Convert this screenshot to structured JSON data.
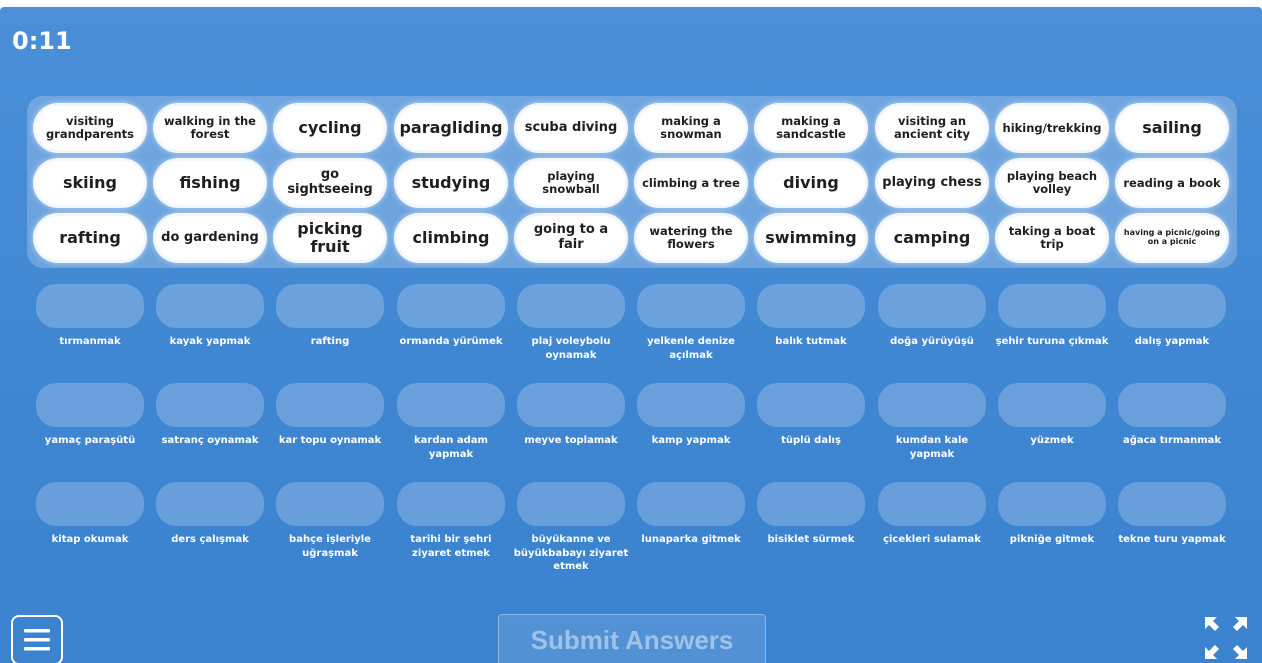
{
  "timer": "0:11",
  "cards": [
    {
      "text": "visiting grandparents"
    },
    {
      "text": "walking in the forest"
    },
    {
      "text": "cycling"
    },
    {
      "text": "paragliding"
    },
    {
      "text": "scuba diving"
    },
    {
      "text": "making a snowman"
    },
    {
      "text": "making a sandcastle"
    },
    {
      "text": "visiting an ancient city"
    },
    {
      "text": "hiking/trekking"
    },
    {
      "text": "sailing"
    },
    {
      "text": "skiing"
    },
    {
      "text": "fishing"
    },
    {
      "text": "go sightseeing"
    },
    {
      "text": "studying"
    },
    {
      "text": "playing snowball"
    },
    {
      "text": "climbing a tree"
    },
    {
      "text": "diving"
    },
    {
      "text": "playing chess"
    },
    {
      "text": "playing beach volley"
    },
    {
      "text": "reading a book"
    },
    {
      "text": "rafting"
    },
    {
      "text": "do gardening"
    },
    {
      "text": "picking fruit"
    },
    {
      "text": "climbing"
    },
    {
      "text": "going to a fair"
    },
    {
      "text": "watering the flowers"
    },
    {
      "text": "swimming"
    },
    {
      "text": "camping"
    },
    {
      "text": "taking a boat trip"
    },
    {
      "text": "having a picnic/going on a picnic"
    }
  ],
  "targets": [
    {
      "label": "tırmanmak"
    },
    {
      "label": "kayak yapmak"
    },
    {
      "label": "rafting"
    },
    {
      "label": "ormanda yürümek"
    },
    {
      "label": "plaj voleybolu oynamak"
    },
    {
      "label": "yelkenle denize açılmak"
    },
    {
      "label": "balık tutmak"
    },
    {
      "label": "doğa yürüyüşü"
    },
    {
      "label": "şehir turuna çıkmak"
    },
    {
      "label": "dalış yapmak"
    },
    {
      "label": "yamaç paraşütü"
    },
    {
      "label": "satranç oynamak"
    },
    {
      "label": "kar topu oynamak"
    },
    {
      "label": "kardan adam yapmak"
    },
    {
      "label": "meyve toplamak"
    },
    {
      "label": "kamp yapmak"
    },
    {
      "label": "tüplü dalış"
    },
    {
      "label": "kumdan kale yapmak"
    },
    {
      "label": "yüzmek"
    },
    {
      "label": "ağaca tırmanmak"
    },
    {
      "label": "kitap okumak"
    },
    {
      "label": "ders çalışmak"
    },
    {
      "label": "bahçe işleriyle uğraşmak"
    },
    {
      "label": "tarihi bir şehri ziyaret etmek"
    },
    {
      "label": "büyükanne ve büyükbabayı ziyaret etmek"
    },
    {
      "label": "lunaparka gitmek"
    },
    {
      "label": "bisiklet sürmek"
    },
    {
      "label": "çicekleri sulamak"
    },
    {
      "label": "pikniğe gitmek"
    },
    {
      "label": "tekne turu yapmak"
    }
  ],
  "submit_label": "Submit Answers",
  "icons": {
    "menu": "hamburger-menu-icon",
    "fullscreen": "fullscreen-expand-icon"
  },
  "colors": {
    "background": "#4189d4",
    "card": "#ffffff",
    "slot": "rgba(255,255,255,0.22)"
  }
}
